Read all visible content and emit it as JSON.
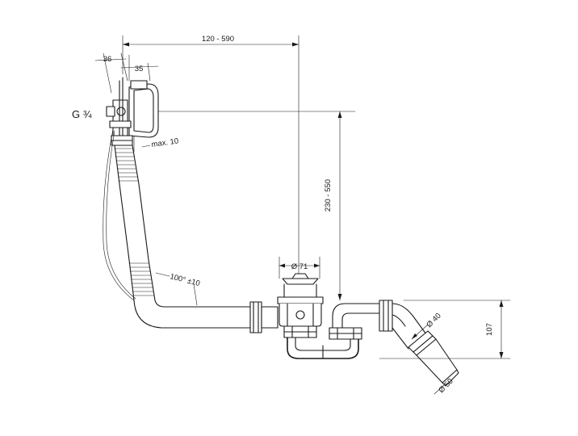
{
  "labels": {
    "inlet_thread": "G ¾",
    "width_range": "120 - 590",
    "dim_36": "36",
    "dim_35": "35",
    "max_10": "max. 10",
    "height_range": "230 - 550",
    "overflow_angle": "100° ±10",
    "drain_diameter": "Ø 71",
    "outlet_diameter_40": "Ø 40",
    "outlet_diameter_50": "Ø 50",
    "height_107": "107"
  },
  "colors": {
    "line": "#1a1a1a",
    "background": "#ffffff"
  }
}
